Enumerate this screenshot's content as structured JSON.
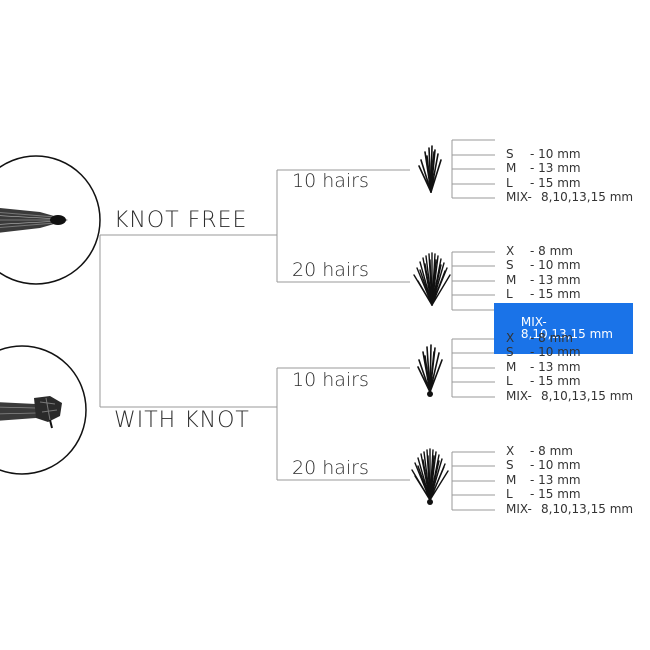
{
  "styles": {
    "knot_free": "KNOT FREE",
    "with_knot": "WITH KNOT"
  },
  "groups": {
    "kf10": {
      "count": "10 hairs",
      "sizes": [
        {
          "code": "S",
          "len": "- 10 mm"
        },
        {
          "code": "M",
          "len": "- 13 mm"
        },
        {
          "code": "L",
          "len": "- 15 mm"
        },
        {
          "code": "MIX-",
          "len": "8,10,13,15 mm"
        }
      ]
    },
    "kf20": {
      "count": "20 hairs",
      "sizes": [
        {
          "code": "X",
          "len": "- 8 mm"
        },
        {
          "code": "S",
          "len": "- 10 mm"
        },
        {
          "code": "M",
          "len": "- 13 mm"
        },
        {
          "code": "L",
          "len": "- 15 mm"
        },
        {
          "code": "MIX-",
          "len": "8,10,13,15 mm"
        }
      ]
    },
    "wk10": {
      "count": "10 hairs",
      "sizes": [
        {
          "code": "X",
          "len": "- 8 mm"
        },
        {
          "code": "S",
          "len": "- 10 mm"
        },
        {
          "code": "M",
          "len": "- 13 mm"
        },
        {
          "code": "L",
          "len": "- 15 mm"
        },
        {
          "code": "MIX-",
          "len": "8,10,13,15 mm"
        }
      ]
    },
    "wk20": {
      "count": "20 hairs",
      "sizes": [
        {
          "code": "X",
          "len": "- 8 mm"
        },
        {
          "code": "S",
          "len": "- 10 mm"
        },
        {
          "code": "M",
          "len": "- 13 mm"
        },
        {
          "code": "L",
          "len": "- 15 mm"
        },
        {
          "code": "MIX-",
          "len": "8,10,13,15 mm"
        }
      ]
    }
  },
  "selection_color": "#1a73e8",
  "line_color": "#9a9a9a"
}
